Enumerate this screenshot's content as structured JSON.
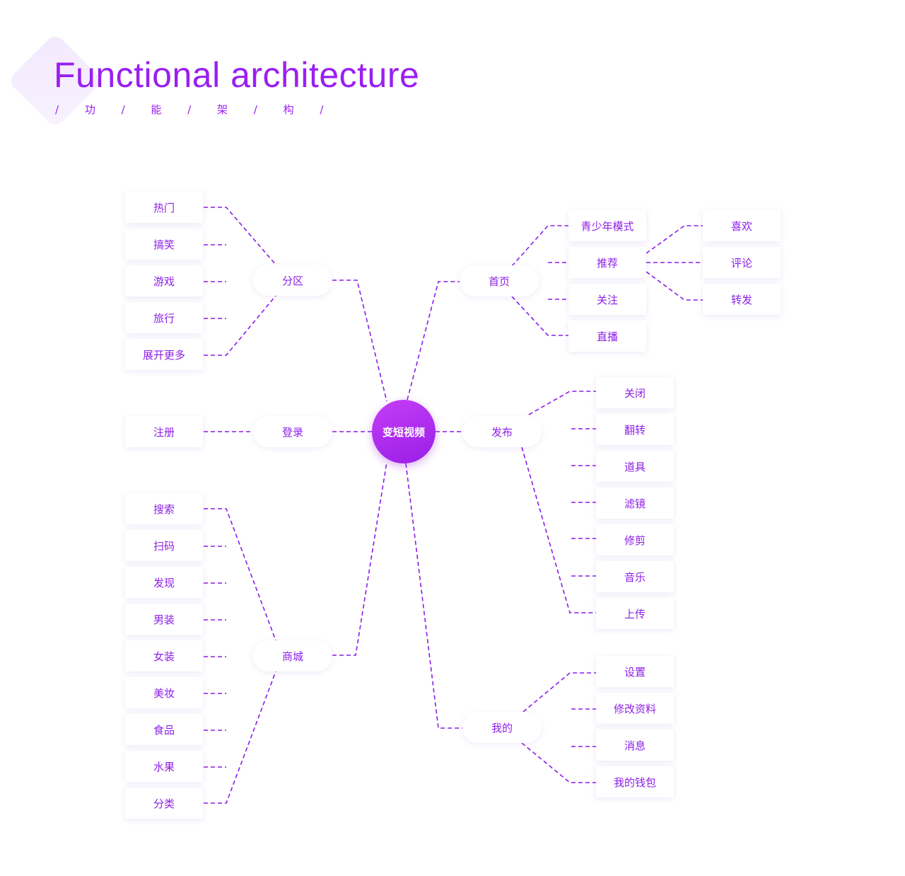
{
  "header": {
    "title": "Functional architecture",
    "subtitle": "/ 功 / 能 / 架 / 构 /"
  },
  "colors": {
    "accent": "#9a1ff0",
    "line": "#8a1de8",
    "center_start": "#c43ef6",
    "center_end": "#9a1ee6"
  },
  "diagram": {
    "center": {
      "label": "变短视频"
    },
    "branches": [
      {
        "label": "分区",
        "children": [
          "热门",
          "搞笑",
          "游戏",
          "旅行",
          "展开更多"
        ]
      },
      {
        "label": "登录",
        "children": [
          "注册"
        ]
      },
      {
        "label": "商城",
        "children": [
          "搜索",
          "扫码",
          "发现",
          "男装",
          "女装",
          "美妆",
          "食品",
          "水果",
          "分类"
        ]
      },
      {
        "label": "首页",
        "children": [
          {
            "label": "青少年模式"
          },
          {
            "label": "推荐",
            "children": [
              "喜欢",
              "评论",
              "转发"
            ]
          },
          {
            "label": "关注"
          },
          {
            "label": "直播"
          }
        ]
      },
      {
        "label": "发布",
        "children": [
          "关闭",
          "翻转",
          "道具",
          "滤镜",
          "修剪",
          "音乐",
          "上传"
        ]
      },
      {
        "label": "我的",
        "children": [
          "设置",
          "修改资料",
          "消息",
          "我的钱包"
        ]
      }
    ]
  }
}
